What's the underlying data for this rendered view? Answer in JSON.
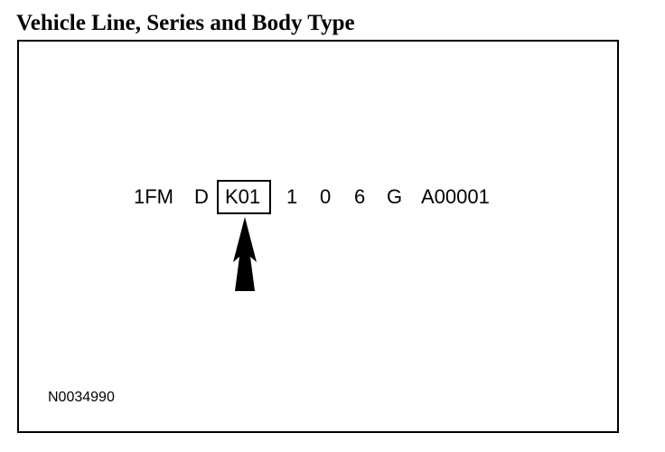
{
  "title": "Vehicle Line, Series and Body Type",
  "vin": {
    "prefix": "1FM",
    "segment2": "D",
    "highlighted": "K01",
    "segment4": "1",
    "segment5": "0",
    "segment6": "6",
    "segment7": "G",
    "serial": "A00001"
  },
  "highlight_indicator": "arrow-up-icon",
  "reference_code": "N0034990",
  "colors": {
    "ink": "#000000",
    "background": "#ffffff"
  }
}
